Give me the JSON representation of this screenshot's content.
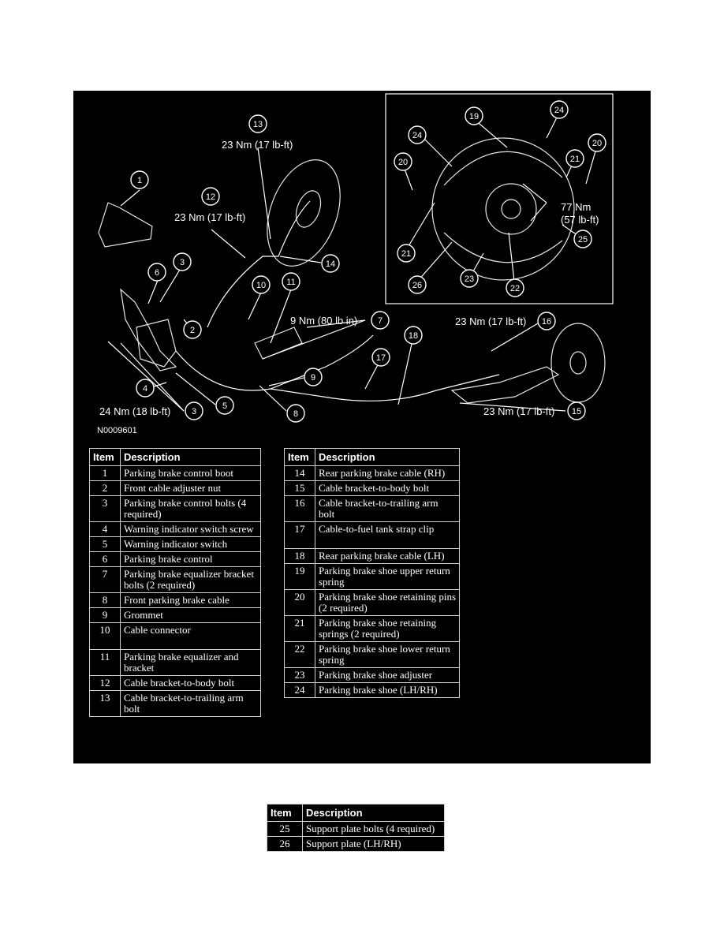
{
  "diagram": {
    "id_code": "N0009601",
    "callouts": [
      {
        "n": "1"
      },
      {
        "n": "2"
      },
      {
        "n": "3"
      },
      {
        "n": "3"
      },
      {
        "n": "4"
      },
      {
        "n": "5"
      },
      {
        "n": "6"
      },
      {
        "n": "7"
      },
      {
        "n": "8"
      },
      {
        "n": "9"
      },
      {
        "n": "10"
      },
      {
        "n": "11"
      },
      {
        "n": "12"
      },
      {
        "n": "13"
      },
      {
        "n": "14"
      },
      {
        "n": "15"
      },
      {
        "n": "16"
      },
      {
        "n": "17"
      },
      {
        "n": "18"
      },
      {
        "n": "19"
      },
      {
        "n": "20"
      },
      {
        "n": "20"
      },
      {
        "n": "21"
      },
      {
        "n": "21"
      },
      {
        "n": "22"
      },
      {
        "n": "23"
      },
      {
        "n": "24"
      },
      {
        "n": "24"
      },
      {
        "n": "25"
      },
      {
        "n": "26"
      }
    ],
    "torque_labels": {
      "t13": "23 Nm (17 lb-ft)",
      "t12": "23 Nm (17 lb-ft)",
      "t7": "9 Nm (80 lb in)",
      "t16": "23 Nm (17 lb-ft)",
      "t15": "23 Nm (17 lb-ft)",
      "t3": "24 Nm (18 lb-ft)",
      "t25a": "77 Nm",
      "t25b": "(57 lb-ft)"
    }
  },
  "tables": {
    "header": {
      "item": "Item",
      "description": "Description"
    },
    "left": [
      {
        "item": "1",
        "desc": "Parking brake control boot"
      },
      {
        "item": "2",
        "desc": "Front cable adjuster nut"
      },
      {
        "item": "3",
        "desc": "Parking brake control bolts (4 required)"
      },
      {
        "item": "4",
        "desc": "Warning indicator switch screw"
      },
      {
        "item": "5",
        "desc": "Warning indicator switch"
      },
      {
        "item": "6",
        "desc": "Parking brake control"
      },
      {
        "item": "7",
        "desc": "Parking brake equalizer bracket bolts (2 required)"
      },
      {
        "item": "8",
        "desc": "Front parking brake cable"
      },
      {
        "item": "9",
        "desc": "Grommet"
      },
      {
        "item": "10",
        "desc": "Cable connector"
      },
      {
        "item": "11",
        "desc": "Parking brake equalizer and bracket"
      },
      {
        "item": "12",
        "desc": "Cable bracket-to-body bolt"
      },
      {
        "item": "13",
        "desc": "Cable bracket-to-trailing arm bolt"
      }
    ],
    "right": [
      {
        "item": "14",
        "desc": "Rear parking brake cable (RH)"
      },
      {
        "item": "15",
        "desc": "Cable bracket-to-body bolt"
      },
      {
        "item": "16",
        "desc": "Cable bracket-to-trailing arm bolt"
      },
      {
        "item": "17",
        "desc": "Cable-to-fuel tank strap clip"
      },
      {
        "item": "18",
        "desc": "Rear parking brake cable (LH)"
      },
      {
        "item": "19",
        "desc": "Parking brake shoe upper return spring"
      },
      {
        "item": "20",
        "desc": "Parking brake shoe retaining pins (2 required)"
      },
      {
        "item": "21",
        "desc": "Parking brake shoe retaining springs (2 required)"
      },
      {
        "item": "22",
        "desc": "Parking brake shoe lower return spring"
      },
      {
        "item": "23",
        "desc": "Parking brake shoe adjuster"
      },
      {
        "item": "24",
        "desc": "Parking brake shoe (LH/RH)"
      }
    ],
    "bottom": [
      {
        "item": "25",
        "desc": "Support plate bolts (4 required)"
      },
      {
        "item": "26",
        "desc": "Support plate (LH/RH)"
      }
    ]
  }
}
